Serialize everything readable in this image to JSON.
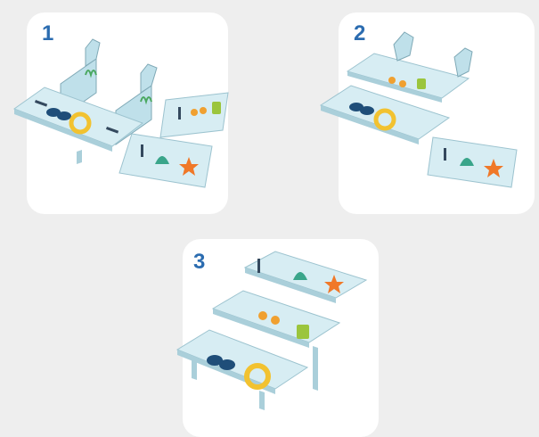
{
  "steps": [
    {
      "number": "1"
    },
    {
      "number": "2"
    },
    {
      "number": "3"
    }
  ],
  "colors": {
    "background": "#eeeeee",
    "panel": "#ffffff",
    "step_number": "#2b6cb0",
    "board": "#cfe8f0",
    "board_edge": "#9cc3cf",
    "slot": "#34495e"
  },
  "illustrations": {
    "step1": [
      "board-with-slippers-and-lifebuoy",
      "side-support-piece-left",
      "side-support-piece-right",
      "board-with-sunglasses-and-bucket",
      "board-with-shell-and-starfish"
    ],
    "step2": [
      "stacked-board-slippers",
      "stacked-board-sunglasses",
      "board-with-shell-and-starfish"
    ],
    "step3": [
      "three-tier-shelf-assembled"
    ]
  }
}
